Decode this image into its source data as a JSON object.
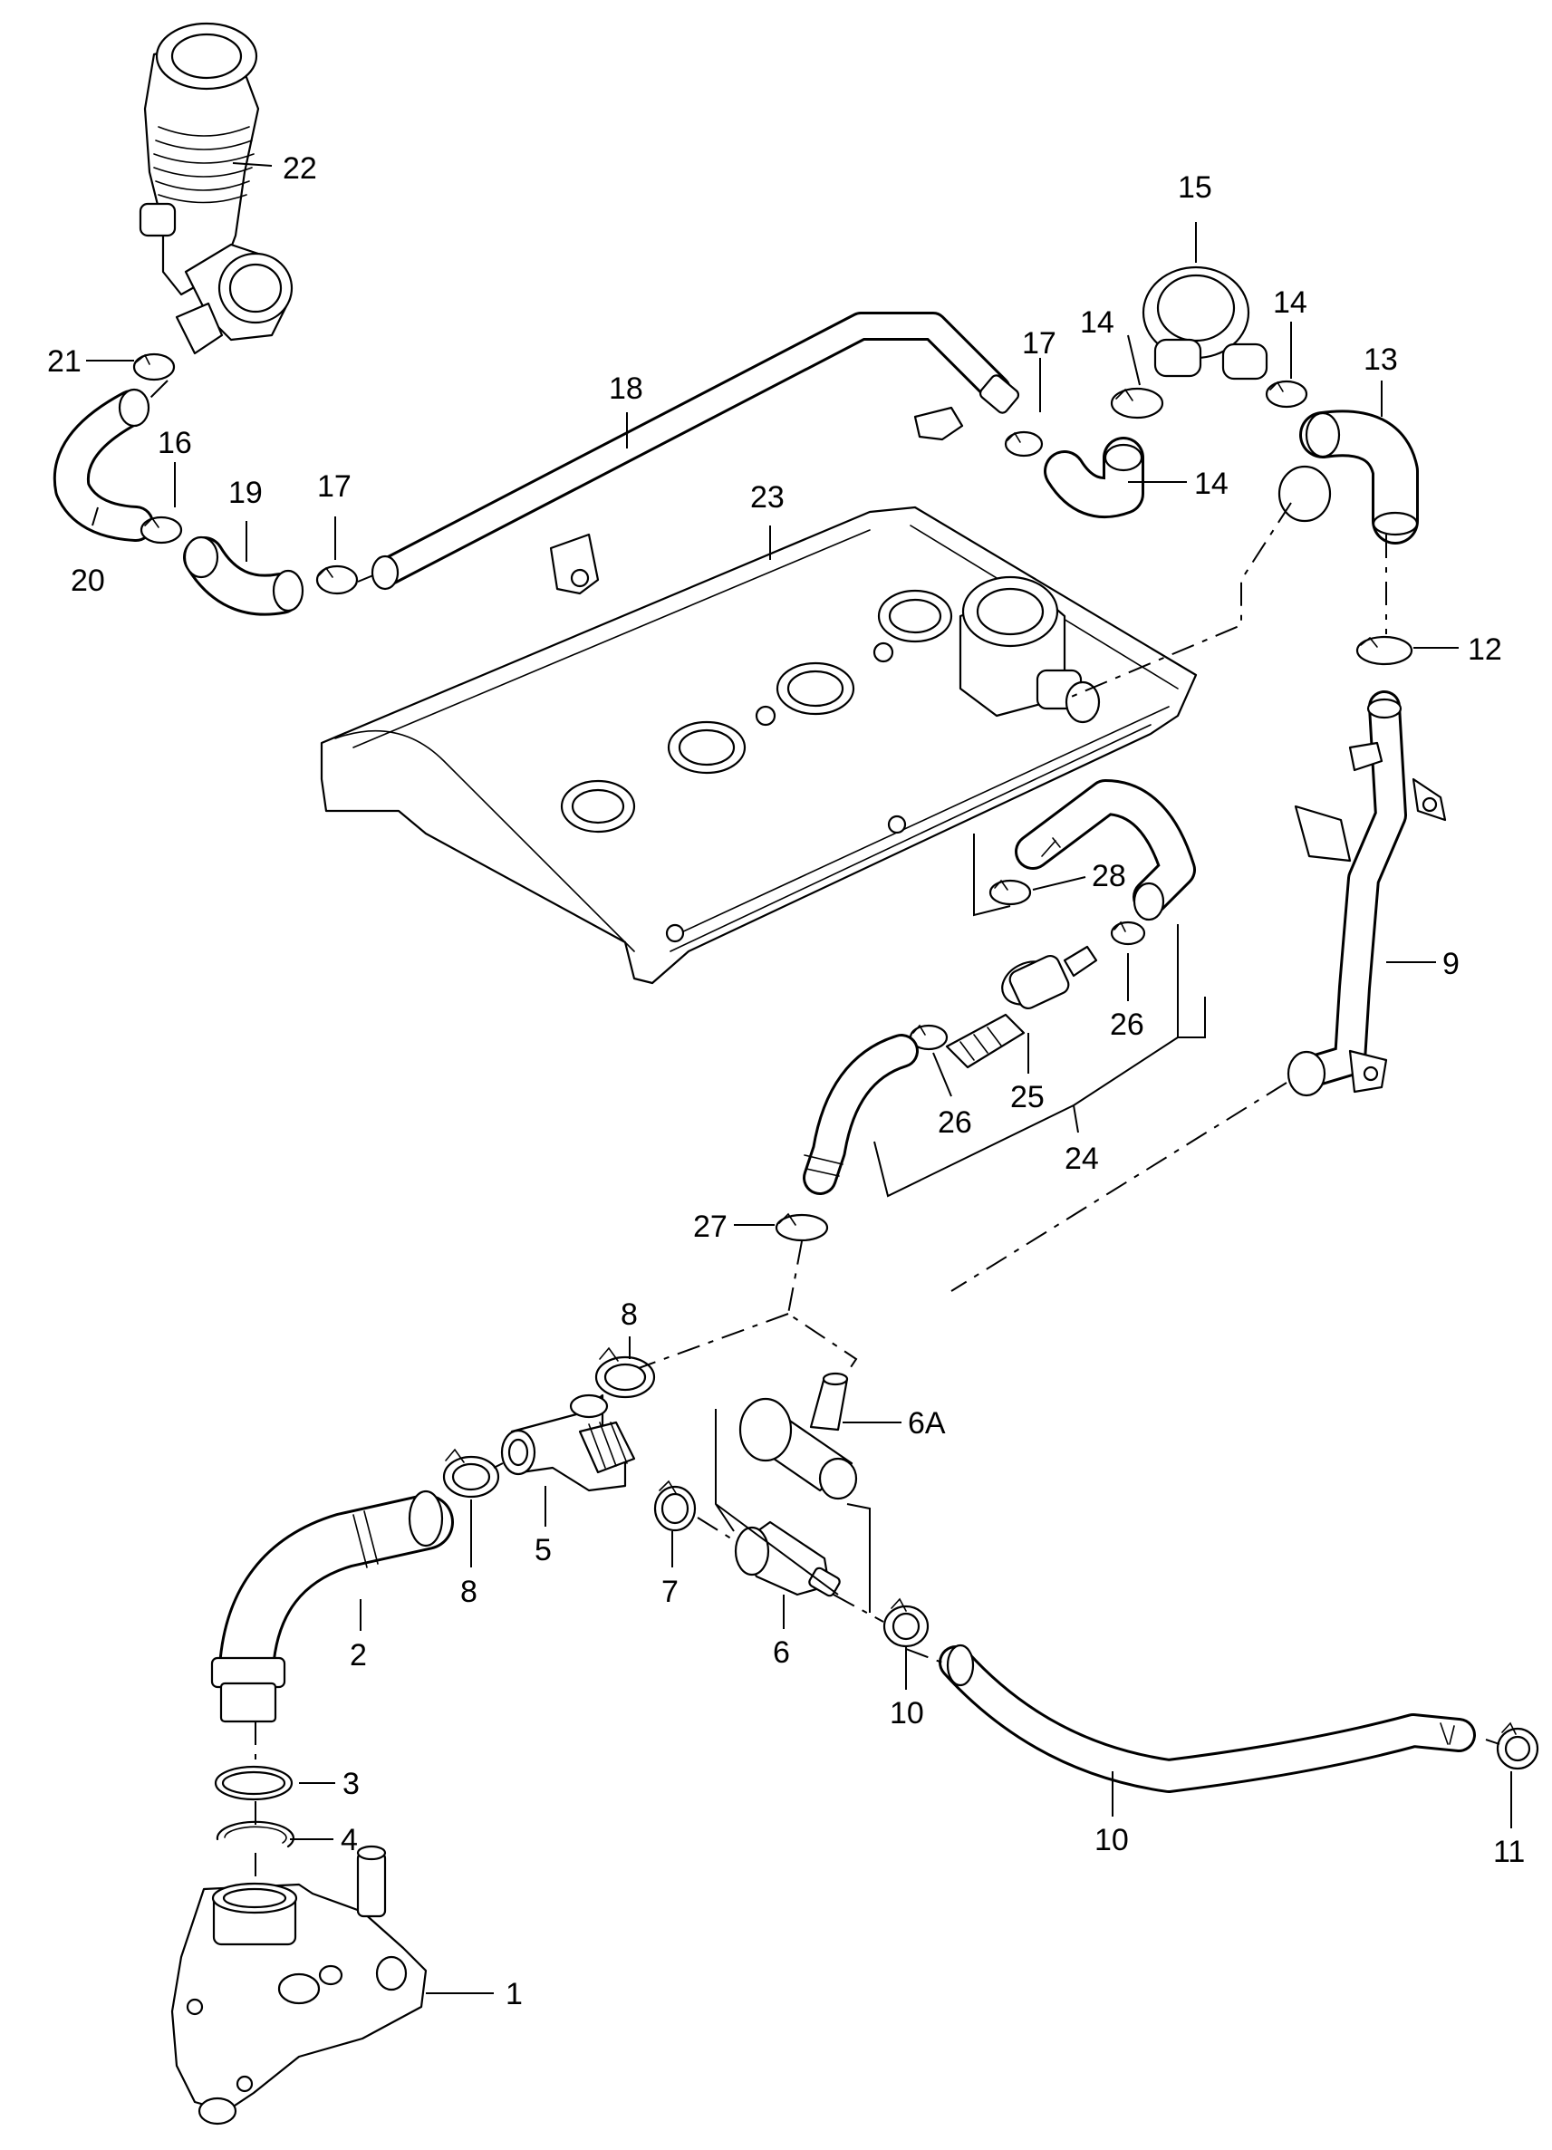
{
  "diagram": {
    "type": "exploded parts diagram",
    "callouts": [
      {
        "id": "1",
        "text": "1"
      },
      {
        "id": "2",
        "text": "2"
      },
      {
        "id": "3",
        "text": "3"
      },
      {
        "id": "4",
        "text": "4"
      },
      {
        "id": "5",
        "text": "5"
      },
      {
        "id": "6",
        "text": "6"
      },
      {
        "id": "6a",
        "text": "6A"
      },
      {
        "id": "7",
        "text": "7"
      },
      {
        "id": "8a",
        "text": "8"
      },
      {
        "id": "8b",
        "text": "8"
      },
      {
        "id": "9",
        "text": "9"
      },
      {
        "id": "10",
        "text": "10"
      },
      {
        "id": "11",
        "text": "11"
      },
      {
        "id": "12",
        "text": "12"
      },
      {
        "id": "13",
        "text": "13"
      },
      {
        "id": "14a",
        "text": "14"
      },
      {
        "id": "14b",
        "text": "14"
      },
      {
        "id": "14c",
        "text": "14"
      },
      {
        "id": "15",
        "text": "15"
      },
      {
        "id": "16",
        "text": "16"
      },
      {
        "id": "17a",
        "text": "17"
      },
      {
        "id": "17b",
        "text": "17"
      },
      {
        "id": "17c",
        "text": "17"
      },
      {
        "id": "18",
        "text": "18"
      },
      {
        "id": "19",
        "text": "19"
      },
      {
        "id": "20",
        "text": "20"
      },
      {
        "id": "21",
        "text": "21"
      },
      {
        "id": "22",
        "text": "22"
      },
      {
        "id": "23",
        "text": "23"
      },
      {
        "id": "24",
        "text": "24"
      },
      {
        "id": "25",
        "text": "25"
      },
      {
        "id": "26a",
        "text": "26"
      },
      {
        "id": "26b",
        "text": "26"
      },
      {
        "id": "27",
        "text": "27"
      },
      {
        "id": "28",
        "text": "28"
      }
    ]
  }
}
